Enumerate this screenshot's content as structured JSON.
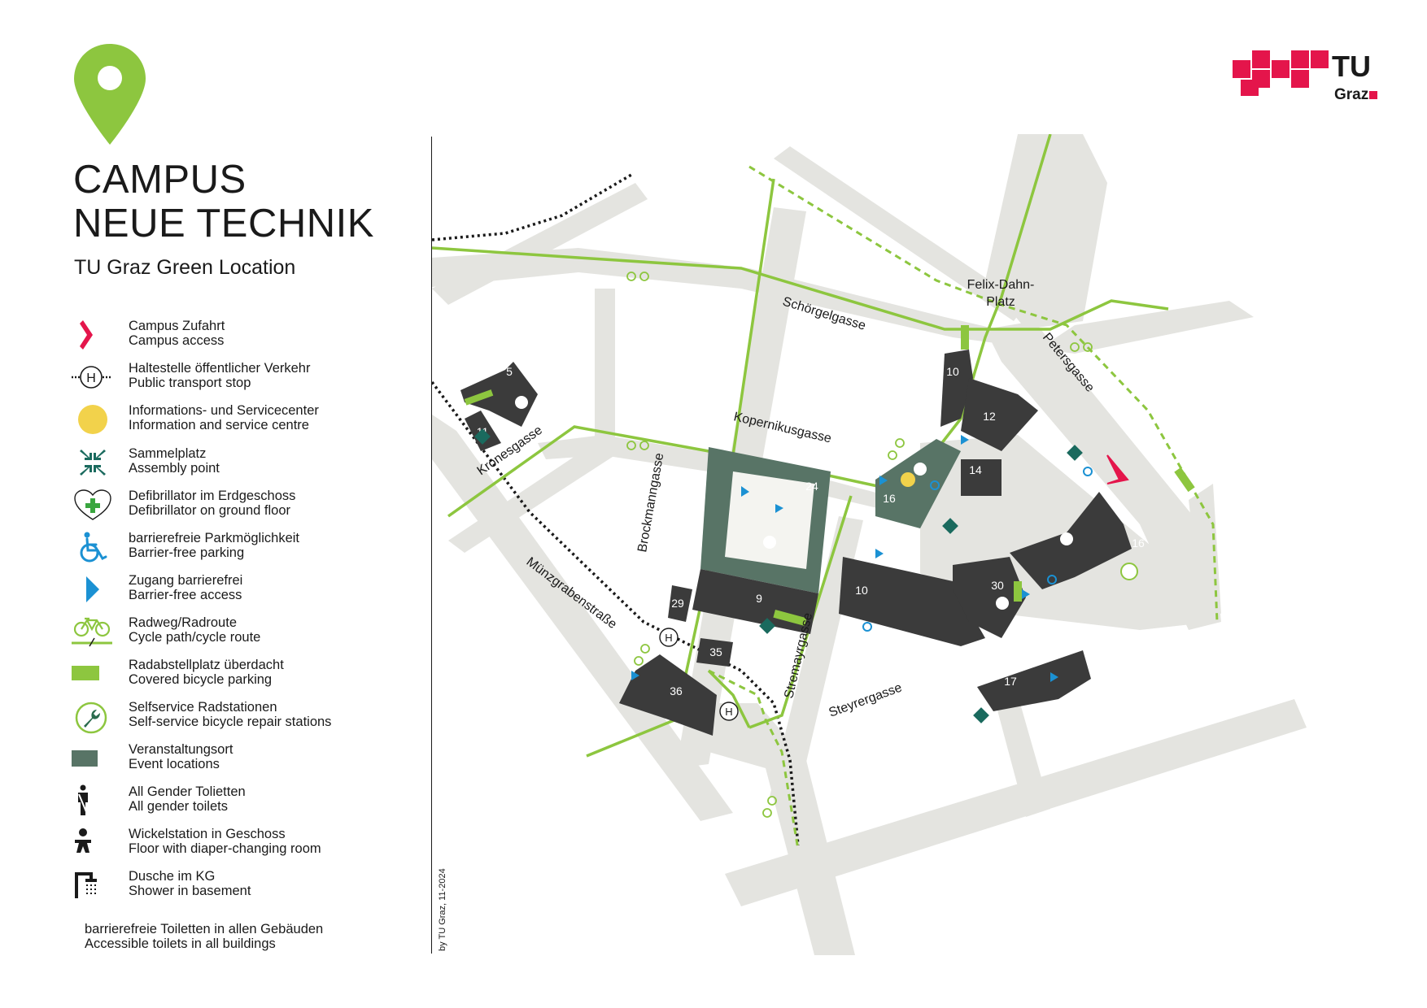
{
  "header": {
    "title_line1": "CAMPUS",
    "title_line2": "NEUE TECHNIK",
    "subtitle": "TU Graz Green Location",
    "pin_icon": "location-pin-icon"
  },
  "logo": {
    "text_tu": "TU",
    "text_graz": "Graz"
  },
  "colors": {
    "accent_red": "#e4154b",
    "green": "#8dc63f",
    "event_green": "#587466",
    "building_dark": "#3b3b3b",
    "road_grey": "#e4e4e0",
    "access_blue": "#1b91d3",
    "assembly_teal": "#1a6a5e",
    "info_yellow": "#f2d24b"
  },
  "legend": {
    "items": [
      {
        "icon": "campus-access-icon",
        "de": "Campus Zufahrt",
        "en": "Campus access"
      },
      {
        "icon": "bus-stop-icon",
        "de": "Haltestelle öffentlicher Verkehr",
        "en": "Public transport stop"
      },
      {
        "icon": "info-center-icon",
        "de": "Informations- und Servicecenter",
        "en": "Information and service centre"
      },
      {
        "icon": "assembly-point-icon",
        "de": "Sammelplatz",
        "en": "Assembly point"
      },
      {
        "icon": "defibrillator-icon",
        "de": "Defibrillator im Erdgeschoss",
        "en": "Defibrillator on ground floor"
      },
      {
        "icon": "wheelchair-icon",
        "de": "barrierefreie Parkmöglichkeit",
        "en": "Barrier-free parking"
      },
      {
        "icon": "barrier-free-access-icon",
        "de": "Zugang barrierefrei",
        "en": "Barrier-free access"
      },
      {
        "icon": "bicycle-icon",
        "de": "Radweg/Radroute",
        "en": "Cycle path/cycle route"
      },
      {
        "icon": "bike-parking-icon",
        "de": "Radabstellplatz überdacht",
        "en": "Covered bicycle parking"
      },
      {
        "icon": "wrench-icon",
        "de": "Selfservice Radstationen",
        "en": "Self-service bicycle repair stations"
      },
      {
        "icon": "event-location-icon",
        "de": "Veranstaltungsort",
        "en": "Event locations"
      },
      {
        "icon": "all-gender-toilet-icon",
        "de": "All Gender Tolietten",
        "en": "All gender toilets"
      },
      {
        "icon": "baby-changing-icon",
        "de": "Wickelstation in Geschoss",
        "en": "Floor with diaper-changing room"
      },
      {
        "icon": "shower-icon",
        "de": "Dusche im KG",
        "en": "Shower in basement"
      }
    ],
    "note_de": "barrierefreie Toiletten in allen Gebäuden",
    "note_en": "Accessible toilets in all buildings"
  },
  "credit": "by TU Graz, 11-2024",
  "map": {
    "streets": {
      "schoergelgasse": "Schörgelgasse",
      "kopernikusgasse": "Kopernikusgasse",
      "kronesgasse": "Kronesgasse",
      "brockmanngasse": "Brockmanngasse",
      "muenzgrabenstrasse": "Münzgrabenstraße",
      "stremayrgasse": "Stremayrgasse",
      "steyrergasse": "Steyrergasse",
      "petersgasse": "Petersgasse",
      "felix_line1": "Felix-Dahn-",
      "felix_line2": "Platz"
    },
    "buildings": {
      "b5": "5",
      "b11": "11",
      "b24": "24",
      "b9": "9",
      "b29": "29",
      "b35": "35",
      "b36": "36",
      "b16a": "16",
      "b10a": "10",
      "b12": "12",
      "b14": "14",
      "b10b": "10",
      "b30": "30",
      "b16b": "16",
      "b17": "17"
    },
    "stop_label": "H"
  }
}
